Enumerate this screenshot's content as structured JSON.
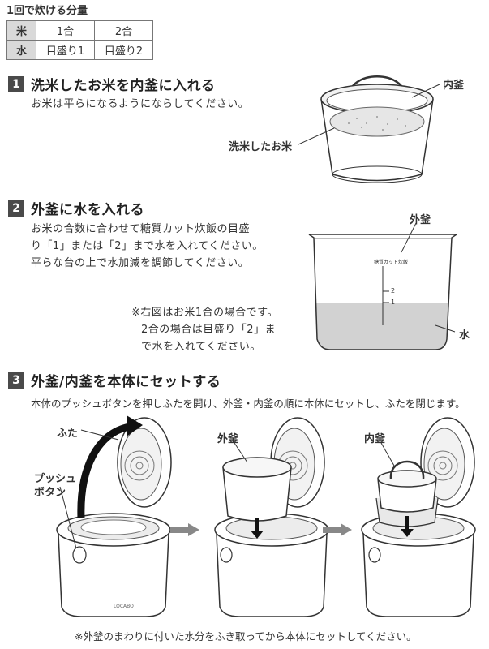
{
  "quantity": {
    "title": "1回で炊ける分量",
    "rows": [
      {
        "head": "米",
        "cells": [
          "1合",
          "2合"
        ]
      },
      {
        "head": "水",
        "cells": [
          "目盛り1",
          "目盛り2"
        ]
      }
    ]
  },
  "step1": {
    "number": "1",
    "title": "洗米したお米を内釜に入れる",
    "text": "お米は平らになるようにならしてください。",
    "label_inner_pot": "内釜",
    "label_washed_rice": "洗米したお米"
  },
  "step2": {
    "number": "2",
    "title": "外釜に水を入れる",
    "text_lines": [
      "お米の合数に合わせて糖質カット炊飯の目盛",
      "り「1」または「2」まで水を入れてください。",
      "平らな台の上で水加減を調節してください。"
    ],
    "note_lines": [
      "※右図はお米1合の場合です。",
      "2合の場合は目盛り「2」ま",
      "で水を入れてください。"
    ],
    "label_outer_pot": "外釜",
    "label_water": "水",
    "pot_scale_text": "糖質カット炊飯",
    "mark_2": "2",
    "mark_1": "1"
  },
  "step3": {
    "number": "3",
    "title": "外釜/内釜を本体にセットする",
    "text": "本体のプッシュボタンを押しふたを開け、外釜・内釜の順に本体にセットし、ふたを閉じます。",
    "label_lid": "ふた",
    "label_push_button_lines": [
      "プッシュ",
      "ボタン"
    ],
    "label_outer_pot": "外釜",
    "label_inner_pot": "内釜",
    "brand": "LOCABO"
  },
  "footer_note": "※外釜のまわりに付いた水分をふき取ってから本体にセットしてください。"
}
